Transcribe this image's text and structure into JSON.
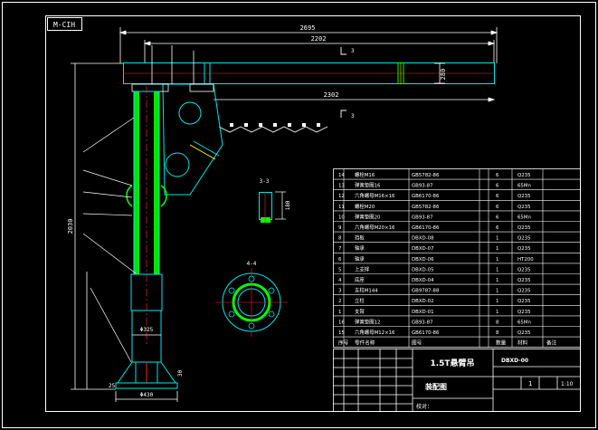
{
  "sheet": {
    "corner_label": "M-CIH",
    "colors": {
      "background": "#000000",
      "frame": "#ffffff",
      "structure": "#00e5e5",
      "dimension": "#ffffff",
      "fill": "#00ff00",
      "axis": "#ff2020",
      "highlight": "#ffff00"
    }
  },
  "dimensions": {
    "overall_span": "2695",
    "arm_length": "2202",
    "arm_height": "280",
    "tie_length": "2302",
    "column_height": "2030",
    "column_diameter": "Φ325",
    "base_diameter": "Φ430",
    "base_height": "25",
    "base_plate": "30"
  },
  "section_marks": {
    "arm_cut_top": "3",
    "arm_cut_bottom": "3",
    "section_3_title": "3-3",
    "section_3_dim": "180",
    "section_4_title": "4-4"
  },
  "bom": {
    "rows": [
      {
        "no": "14",
        "name": "螺栓M16",
        "std": "GB5782-86",
        "qty": "6",
        "mat": "Q235"
      },
      {
        "no": "13",
        "name": "弹簧垫圈16",
        "std": "GB93-87",
        "qty": "6",
        "mat": "65Mn"
      },
      {
        "no": "12",
        "name": "六角螺母M16×16",
        "std": "GB6170-86",
        "qty": "6",
        "mat": "Q235"
      },
      {
        "no": "11",
        "name": "螺栓M20",
        "std": "GB5782-86",
        "qty": "6",
        "mat": "Q235"
      },
      {
        "no": "10",
        "name": "弹簧垫圈20",
        "std": "GB93-87",
        "qty": "6",
        "mat": "65Mn"
      },
      {
        "no": "9",
        "name": "六角螺母M20×16",
        "std": "GB6170-86",
        "qty": "6",
        "mat": "Q235"
      },
      {
        "no": "8",
        "name": "挡板",
        "std": "DBXD-08",
        "qty": "1",
        "mat": "Q235"
      },
      {
        "no": "7",
        "name": "轴承",
        "std": "DBXD-07",
        "qty": "1",
        "mat": "Q235"
      },
      {
        "no": "6",
        "name": "轴承",
        "std": "DBXD-06",
        "qty": "1",
        "mat": "HT200"
      },
      {
        "no": "5",
        "name": "上支撑",
        "std": "DBXD-05",
        "qty": "1",
        "mat": "Q235"
      },
      {
        "no": "4",
        "name": "底座",
        "std": "DBXD-04",
        "qty": "1",
        "mat": "Q235"
      },
      {
        "no": "3",
        "name": "支柱M144",
        "std": "GB9787-88",
        "qty": "1",
        "mat": "Q235"
      },
      {
        "no": "2",
        "name": "立柱",
        "std": "DBXD-02",
        "qty": "1",
        "mat": "Q235"
      },
      {
        "no": "1",
        "name": "支臂",
        "std": "DBXD-01",
        "qty": "1",
        "mat": "Q235"
      },
      {
        "no": "16",
        "name": "弹簧垫圈12",
        "std": "GB93-87",
        "qty": "8",
        "mat": "65Mn"
      },
      {
        "no": "15",
        "name": "六角螺母M12×16",
        "std": "GB6170-86",
        "qty": "8",
        "mat": "Q235"
      }
    ],
    "headers": {
      "no": "序号",
      "name": "零件名称",
      "std": "图号",
      "qty": "数量",
      "mat": "材料",
      "remark": "备注"
    }
  },
  "title_block": {
    "title": "1.5T悬臂吊",
    "drawing_type": "装配图",
    "drawing_number": "DBXD-00",
    "sheet_count": "1",
    "scale": "1:10",
    "checker_label": "校对："
  }
}
